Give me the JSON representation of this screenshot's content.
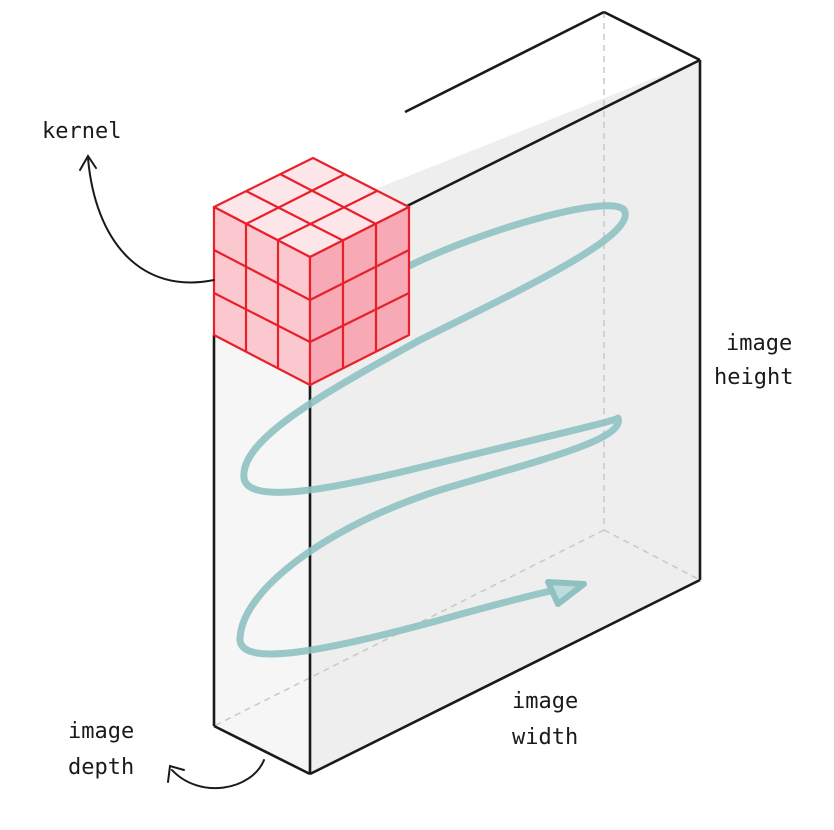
{
  "labels": {
    "kernel": "kernel",
    "image_height_line1": "image",
    "image_height_line2": "height",
    "image_width_line1": "image",
    "image_width_line2": "width",
    "image_depth_line1": "image",
    "image_depth_line2": "depth"
  },
  "colors": {
    "kernel_stroke": "#e8202a",
    "kernel_top": "#fde6ea",
    "kernel_front": "#fbc8d0",
    "kernel_side": "#f7a9b6",
    "image_front": "#eeeeee",
    "image_side": "#f6f6f6",
    "spiral": "#8fc1c1",
    "outline": "#1a1a1a"
  }
}
